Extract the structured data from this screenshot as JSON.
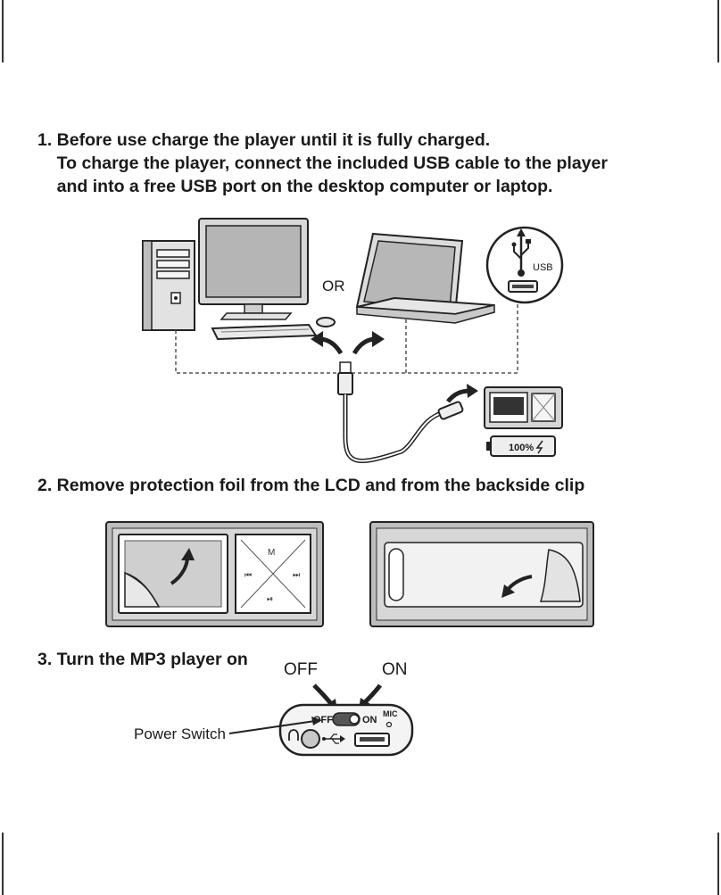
{
  "steps": [
    {
      "text": "1. Before use charge the player until it is fully charged.\n    To charge the player, connect the included USB cable to the player\n    and into a free USB port on the desktop computer or laptop."
    },
    {
      "text": "2. Remove protection foil from the LCD and from the backside clip"
    },
    {
      "text": "3. Turn the MP3 player on"
    }
  ],
  "figure1": {
    "or_label": "OR",
    "usb_label": "USB",
    "battery_label": "100%"
  },
  "figure2": {
    "key_m": "M",
    "key_prev": "⏮",
    "key_next": "⏭",
    "key_play": "⏯"
  },
  "figure3": {
    "off_label": "OFF",
    "on_label": "ON",
    "power_switch_label": "Power Switch",
    "switch_off": "OFF",
    "switch_on": "ON",
    "mic_label": "MIC"
  }
}
